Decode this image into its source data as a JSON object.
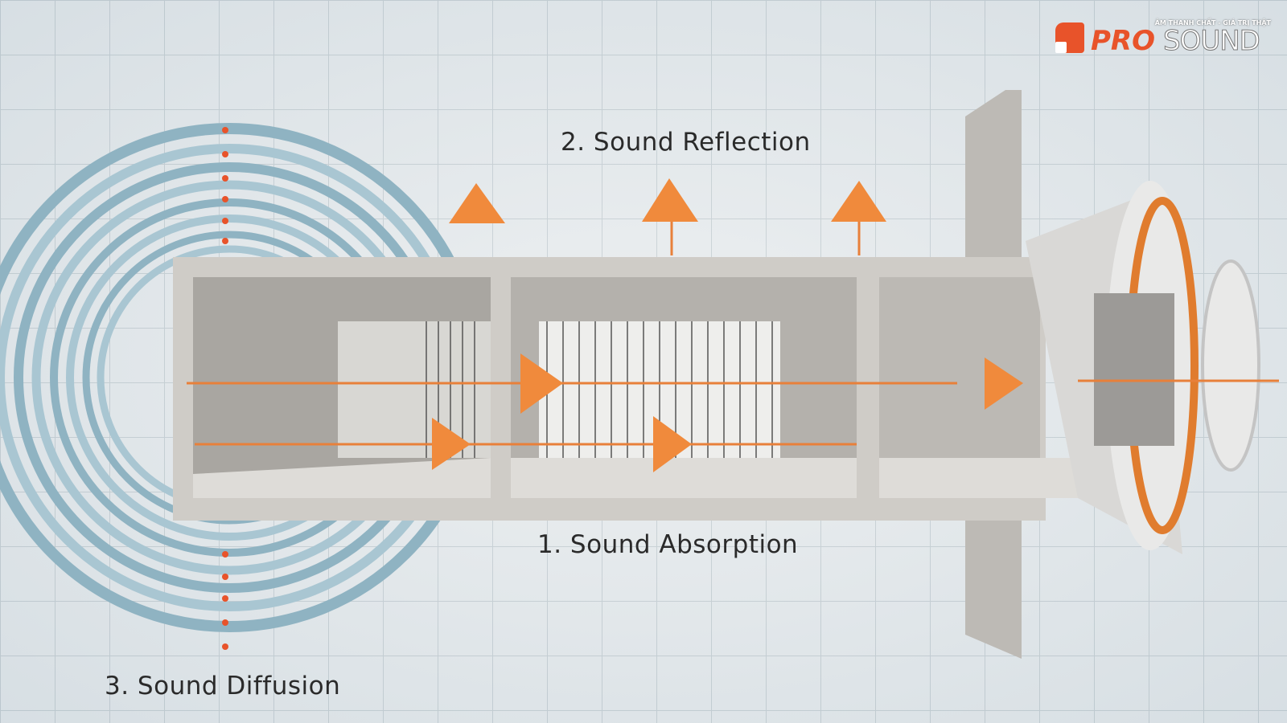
{
  "labels": {
    "reflection": "2. Sound Reflection",
    "absorption": "1. Sound Absorption",
    "diffusion": "3. Sound Diffusion"
  },
  "logo": {
    "pro": "PRO",
    "sound": "SOUND",
    "tagline": "ÂM THANH CHẤT - GIÁ TRỊ THẬT"
  },
  "colors": {
    "accent": "#f08a3c",
    "concrete": "#c9c7c3",
    "diffuser": "#9fbfcc",
    "brand": "#e8532a"
  }
}
